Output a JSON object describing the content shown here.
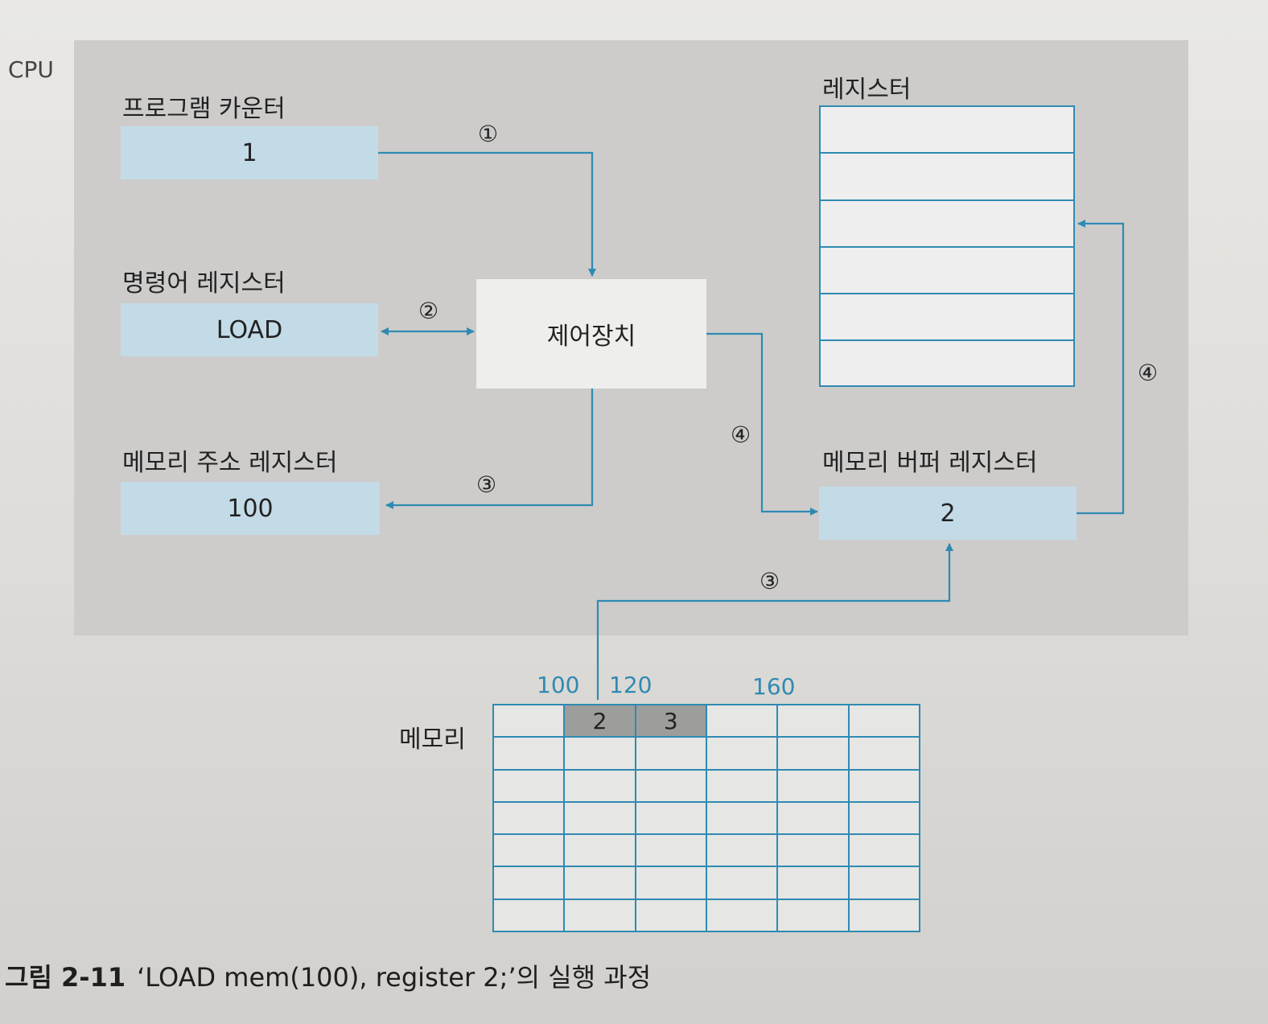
{
  "cpu": {
    "label": "CPU"
  },
  "program_counter": {
    "label": "프로그램 카운터",
    "value": "1"
  },
  "instruction_register": {
    "label": "명령어 레지스터",
    "value": "LOAD"
  },
  "memory_address_register": {
    "label": "메모리 주소 레지스터",
    "value": "100"
  },
  "control_unit": {
    "label": "제어장치"
  },
  "registers": {
    "label": "레지스터",
    "row_count": 6
  },
  "memory_buffer_register": {
    "label": "메모리 버퍼 레지스터",
    "value": "2"
  },
  "steps": {
    "s1": "①",
    "s2": "②",
    "s3": "③",
    "s4": "④"
  },
  "memory": {
    "label": "메모리",
    "addresses": [
      "100",
      "120",
      "160"
    ],
    "rows": [
      [
        "",
        "2",
        "3",
        "",
        "",
        ""
      ],
      [
        "",
        "",
        "",
        "",
        "",
        ""
      ],
      [
        "",
        "",
        "",
        "",
        "",
        ""
      ],
      [
        "",
        "",
        "",
        "",
        "",
        ""
      ],
      [
        "",
        "",
        "",
        "",
        "",
        ""
      ],
      [
        "",
        "",
        "",
        "",
        "",
        ""
      ],
      [
        "",
        "",
        "",
        "",
        "",
        ""
      ]
    ],
    "shaded_cells": [
      [
        0,
        1
      ],
      [
        0,
        2
      ]
    ]
  },
  "caption": {
    "number": "그림 2-11",
    "text": "‘LOAD mem(100), register 2;’의 실행 과정"
  },
  "colors": {
    "line": "#2f8ab3",
    "register_fill": "#c3dbe7",
    "cpu_fill": "#cdcccb"
  }
}
